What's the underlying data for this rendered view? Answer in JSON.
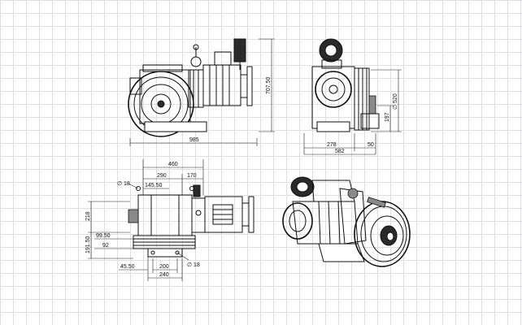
{
  "dimensions": {
    "side_width": "985",
    "side_height": "707.50",
    "front_diameter": "∅ 520",
    "front_197": "197",
    "front_278": "278",
    "front_50": "50",
    "front_582": "582",
    "top_460": "460",
    "top_290": "290",
    "top_170": "170",
    "top_145_50": "145.50",
    "top_dia18_a": "∅ 18",
    "top_218": "218",
    "top_191_50": "191.50",
    "top_99_50": "99.50",
    "top_92": "92",
    "top_45_50": "45.50",
    "top_200": "200",
    "top_240": "240",
    "top_dia18_b": "∅ 18"
  }
}
